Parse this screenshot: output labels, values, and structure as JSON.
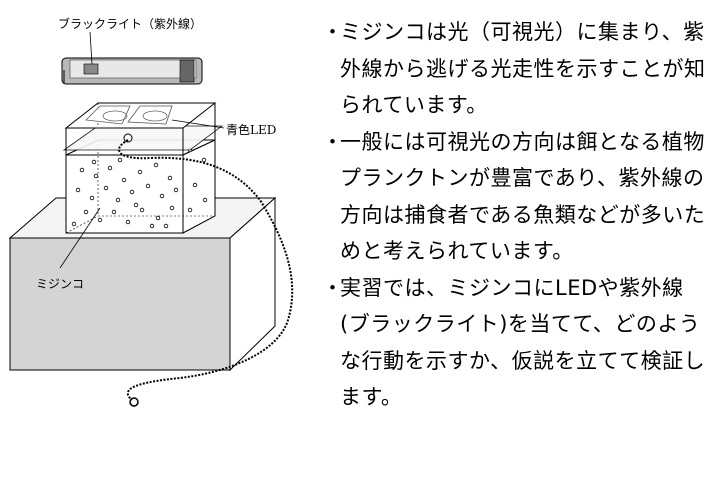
{
  "labels": {
    "blacklight": "ブラックライト（紫外線）",
    "blue_led": "青色LED",
    "daphnia": "ミジンコ"
  },
  "bullet_marker": "・",
  "bullets": [
    "ミジンコは光（可視光）に集まり、紫外線から逃げる光走性を示すことが知られています。",
    "一般には可視光の方向は餌となる植物プランクトンが豊富であり、紫外線の方向は捕食者である魚類などが多いためと考えられています。",
    "実習では、ミジンコにLEDや紫外線(ブラックライト)を当てて、どのような行動を示すか、仮説を立てて検証します。"
  ]
}
